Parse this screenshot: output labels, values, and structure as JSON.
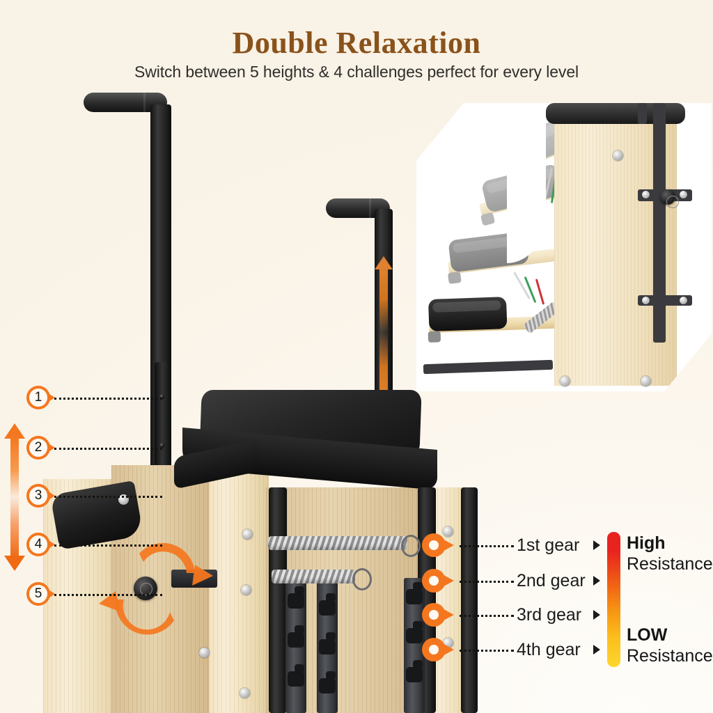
{
  "header": {
    "title": "Double Relaxation",
    "subtitle": "Switch between 5 heights & 4 challenges perfect for every level"
  },
  "colors": {
    "background": "#fdf8ef",
    "title": "#8a521b",
    "accent_orange": "#f4771f",
    "resistance_high": "#e8231f",
    "resistance_low": "#fdd62e",
    "wood": "#f2e2c0",
    "frame_black": "#1a1a1a"
  },
  "height_callouts": [
    {
      "number": "1"
    },
    {
      "number": "2"
    },
    {
      "number": "3"
    },
    {
      "number": "4"
    },
    {
      "number": "5"
    }
  ],
  "gears": [
    {
      "label": "1st gear"
    },
    {
      "label": "2nd gear"
    },
    {
      "label": "3rd gear"
    },
    {
      "label": "4th gear"
    }
  ],
  "resistance": {
    "high_title": "High",
    "high_sub": "Resistance",
    "low_title": "LOW",
    "low_sub": "Resistance"
  }
}
